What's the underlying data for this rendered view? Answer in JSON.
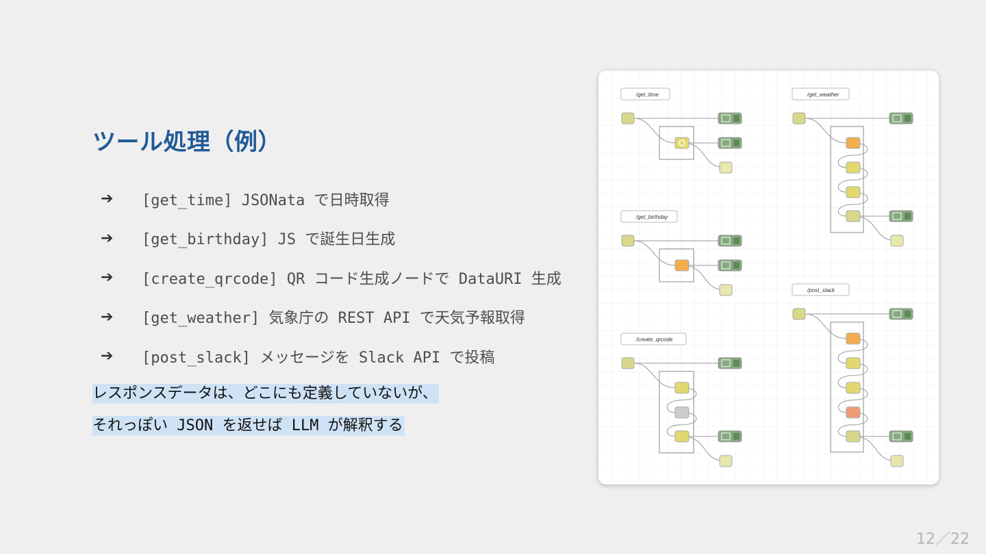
{
  "slide": {
    "title": "ツール処理（例）",
    "page_number": "12／22"
  },
  "bullets": [
    {
      "arrow": "➔",
      "text": "[get_time] JSONata で日時取得"
    },
    {
      "arrow": "➔",
      "text": "[get_birthday] JS で誕生日生成"
    },
    {
      "arrow": "➔",
      "text": "[create_qrcode] QR コード生成ノードで DataURI 生成"
    },
    {
      "arrow": "➔",
      "text": "[get_weather] 気象庁の REST API で天気予報取得"
    },
    {
      "arrow": "➔",
      "text": "[post_slack] メッセージを Slack API で投稿"
    }
  ],
  "note": {
    "line1": "レスポンスデータは、どこにも定義していないが、",
    "line2": "それっぽい JSON を返せば LLM が解釈する"
  },
  "flows": [
    {
      "label": "/get_time"
    },
    {
      "label": "/get_weather"
    },
    {
      "label": "/get_birthday"
    },
    {
      "label": "/post_slack"
    },
    {
      "label": "/create_qrcode"
    }
  ],
  "colors": {
    "title": "#1f5a96",
    "highlight": "#cfe2f5",
    "link_in_node": "#d9d78a",
    "debug_node": "#87a980",
    "function_node": "#f2ae4e",
    "change_node": "#e2d96e",
    "http_node": "#e7e7ae",
    "template_node": "#ec9c75",
    "wire": "#999999",
    "group_border": "#888888"
  }
}
